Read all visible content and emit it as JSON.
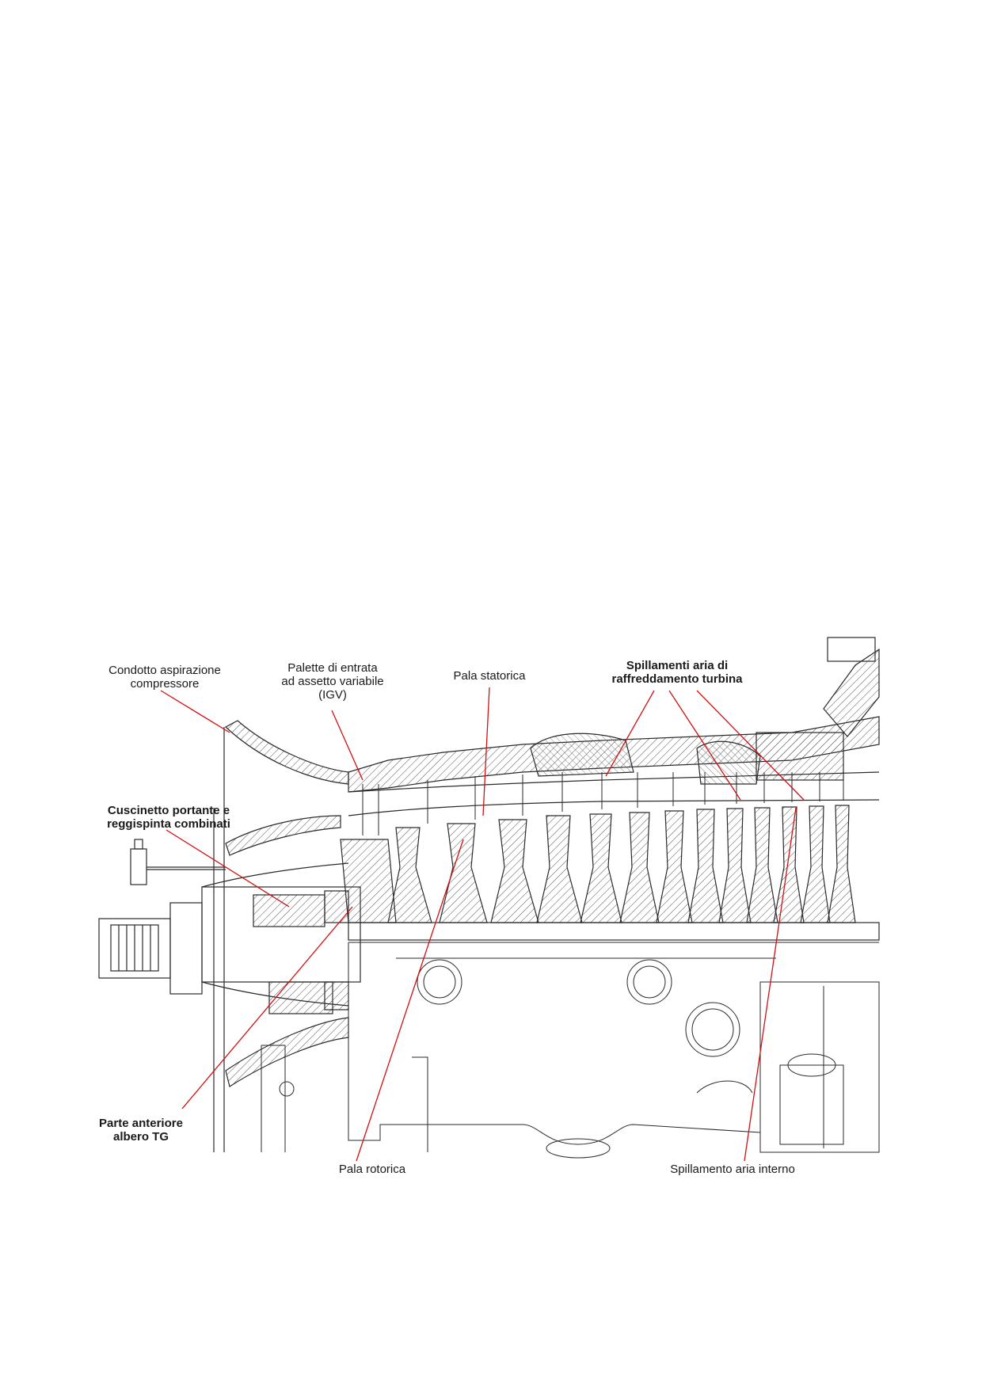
{
  "diagram": {
    "labels": {
      "inlet_duct": "Condotto aspirazione\ncompressore",
      "igv": "Palette di entrata\nad assetto variabile\n(IGV)",
      "stator_blade": "Pala statorica",
      "turbine_cooling_bleeds": "Spillamenti aria di\nraffreddamento turbina",
      "bearing": "Cuscinetto portante e\nreggispinta combinati",
      "shaft_front": "Parte anteriore\nalbero TG",
      "rotor_blade": "Pala rotorica",
      "internal_bleed": "Spillamento aria interno"
    },
    "colors": {
      "leader_line": "#d01010",
      "drawing_line": "#2a2a2a",
      "hatch": "#555555",
      "label_text": "#1a1a1a"
    }
  }
}
